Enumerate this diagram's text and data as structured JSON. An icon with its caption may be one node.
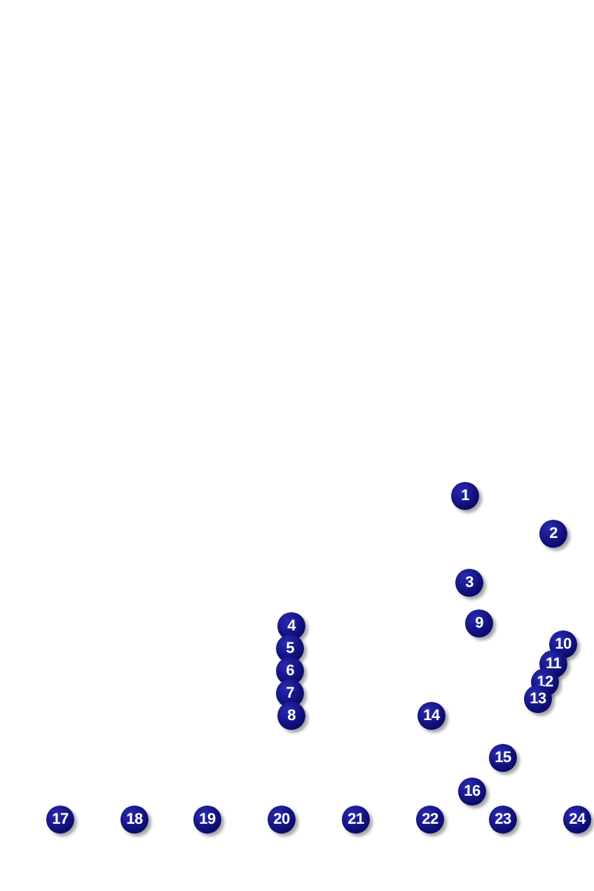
{
  "diagram": {
    "labels": [
      "1",
      "2",
      "3",
      "4",
      "5",
      "6",
      "7",
      "8",
      "9",
      "10",
      "11",
      "12",
      "13",
      "14",
      "15",
      "16",
      "17",
      "18",
      "19",
      "20",
      "21",
      "22",
      "23",
      "24"
    ]
  }
}
